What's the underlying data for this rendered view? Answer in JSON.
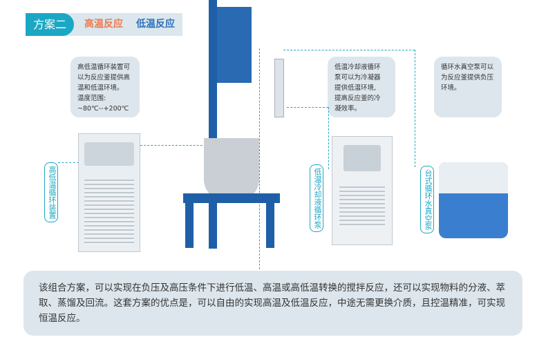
{
  "header": {
    "plan": "方案二",
    "high": "高温反应",
    "low": "低温反应"
  },
  "notes": {
    "circulator": [
      "高低温循环装置可",
      "以为反应釜提供高",
      "温和低温环境。",
      "温度范围:",
      "~80℃--+200℃"
    ],
    "chiller": [
      "低温冷却液循环",
      "泵可以为冷凝器",
      "提供低温环境,",
      "提高反应釜的冷",
      "凝效率。"
    ],
    "pump": [
      "循环水真空泵可以",
      "为反应釜提供负压",
      "环境。"
    ]
  },
  "labels": {
    "circulator": "高低温循环装置",
    "chiller": "低温冷却液循环泵",
    "pump": "台式循环水真空泵"
  },
  "description": "该组合方案，可以实现在负压及高压条件下进行低温、高温或高低温转换的搅拌反应，还可以实现物料的分液、萃取、蒸馏及回流。这套方案的优点是，可以自由的实现高温及低温反应，中途无需更换介质，且控温精准，可实现恒温反应。",
  "colors": {
    "accent": "#1aa7c4",
    "high": "#ee7a4f",
    "low": "#2d72bb",
    "frame": "#1f5fa8"
  }
}
